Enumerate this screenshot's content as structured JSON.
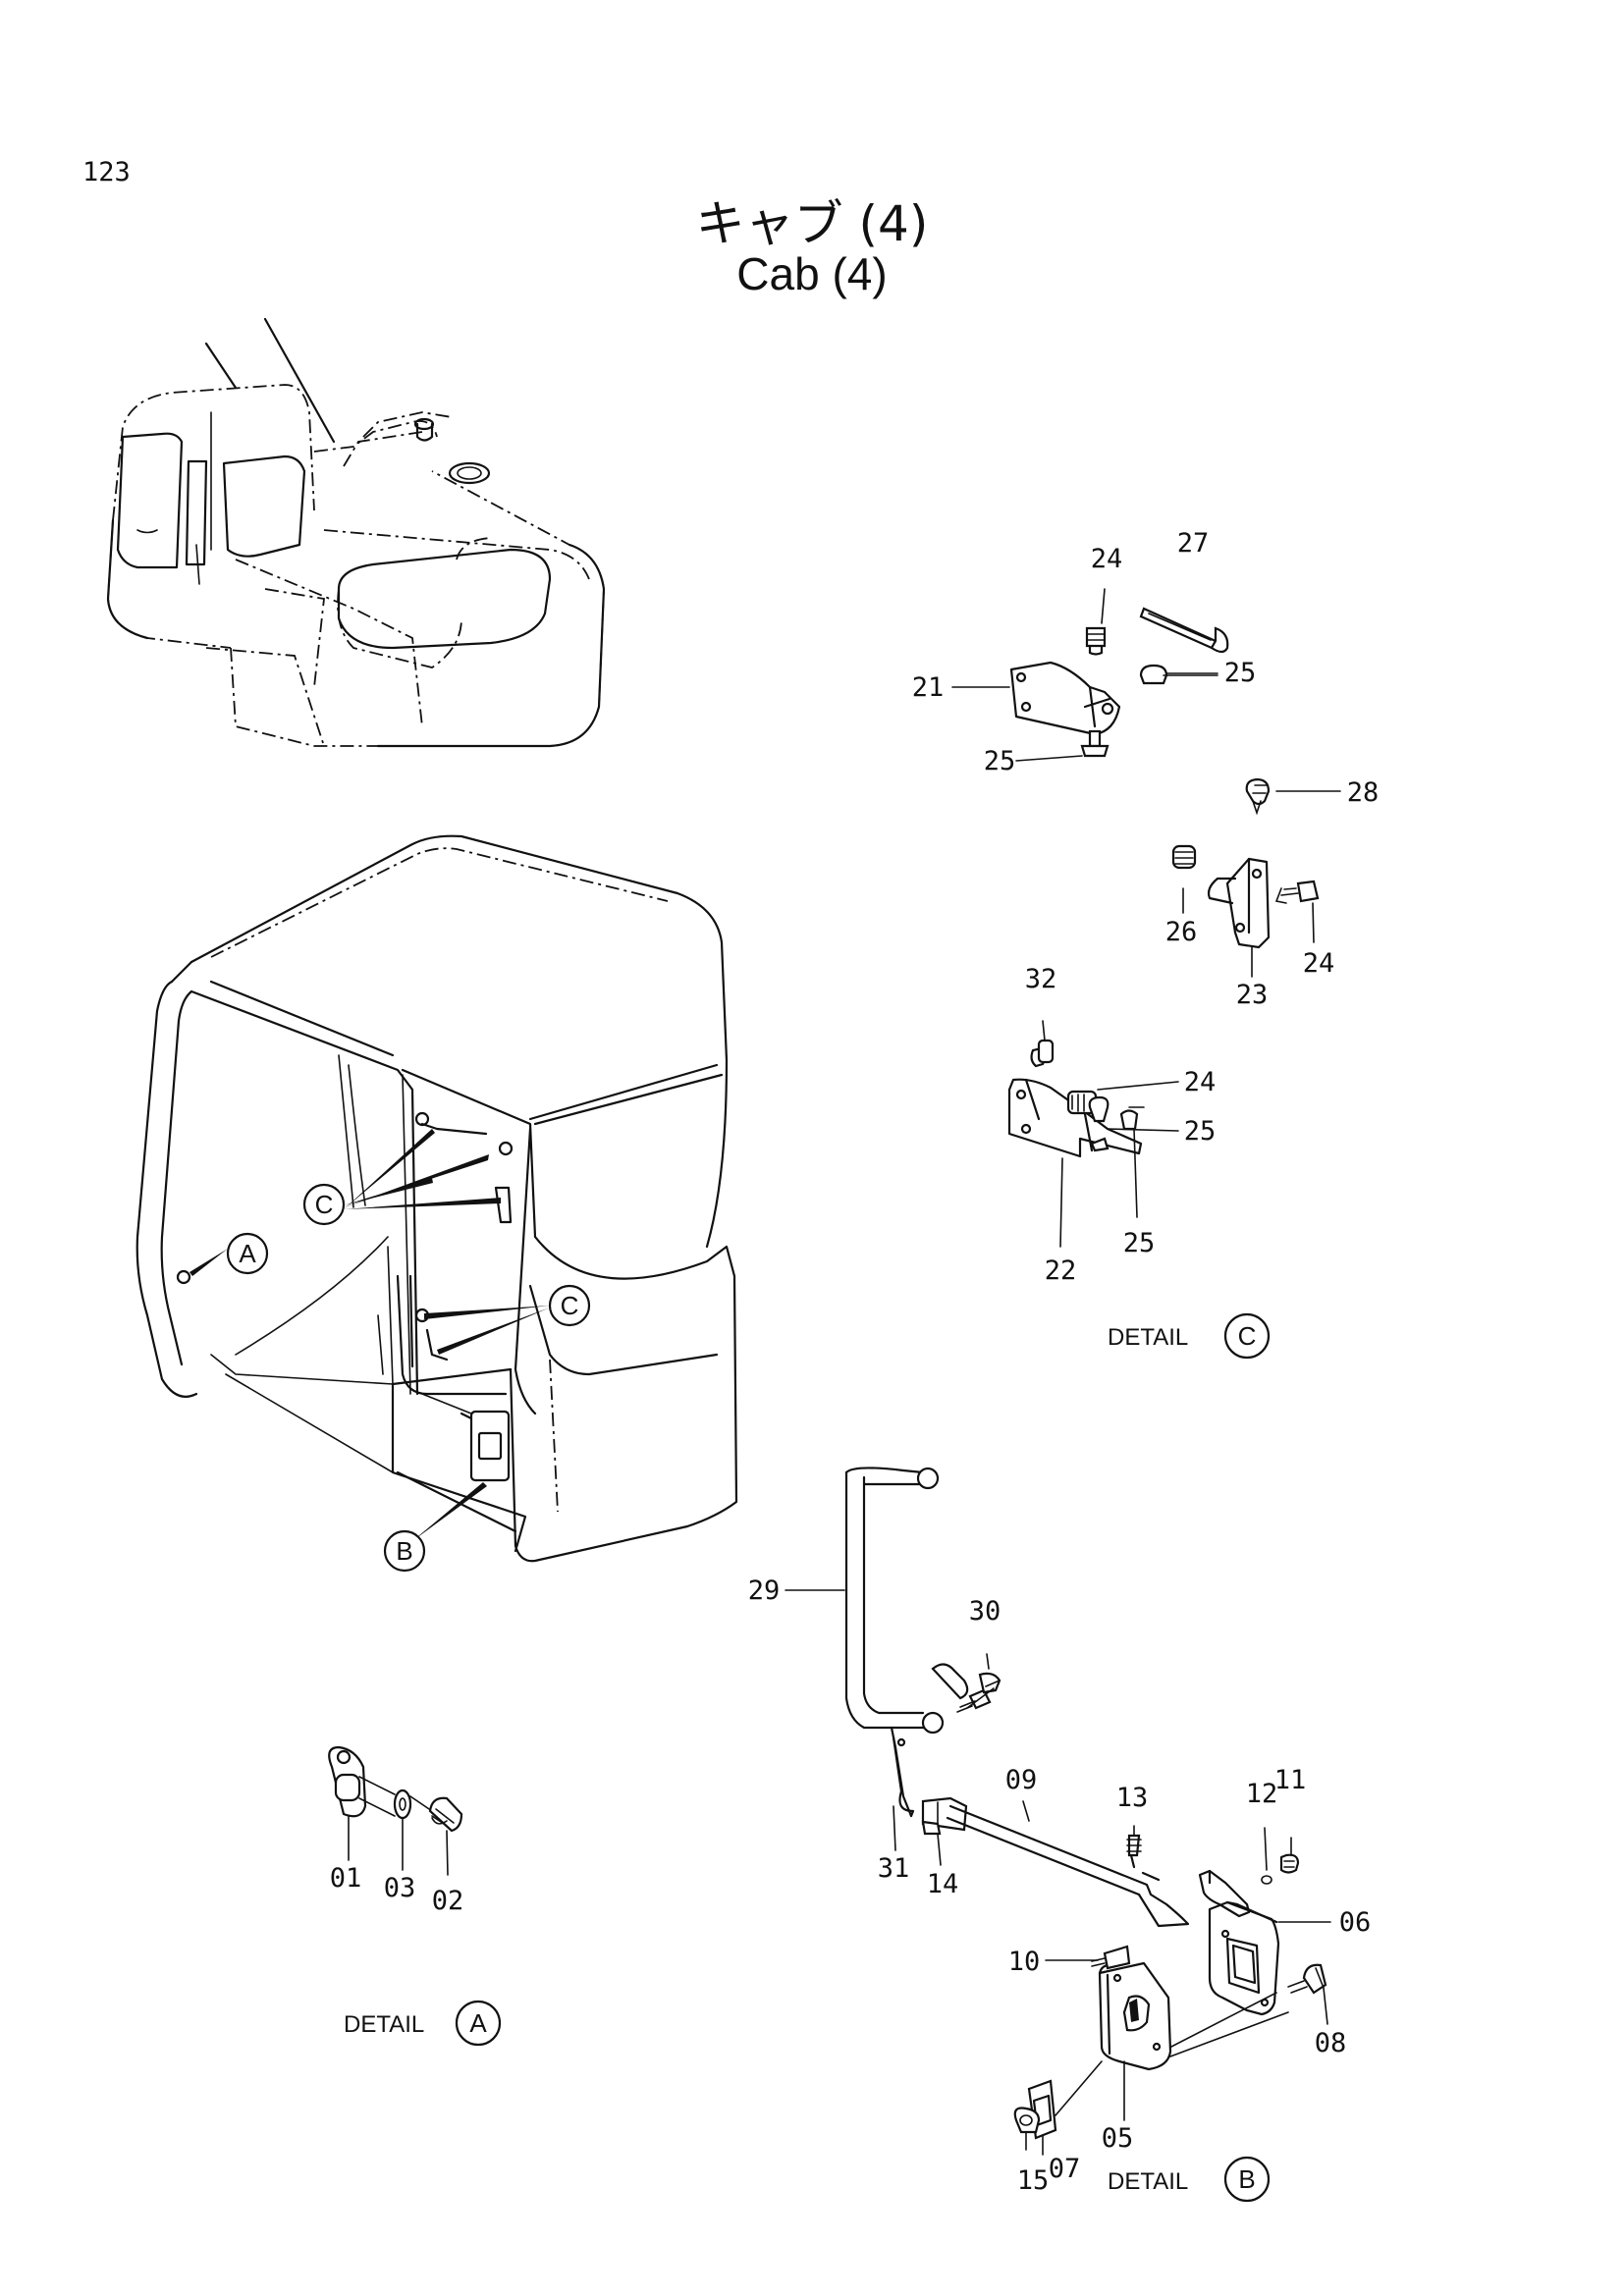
{
  "page": {
    "number": "123"
  },
  "title": {
    "japanese": "キャブ (4)",
    "english": "Cab (4)"
  },
  "details": [
    {
      "label": "DETAIL",
      "ref": "C"
    },
    {
      "label": "DETAIL",
      "ref": "A"
    },
    {
      "label": "DETAIL",
      "ref": "B"
    }
  ],
  "view_markers": {
    "a": "A",
    "b": "B",
    "c": "C"
  },
  "callouts": {
    "p01": "01",
    "p02": "02",
    "p03": "03",
    "p05": "05",
    "p06": "06",
    "p07": "07",
    "p08": "08",
    "p09": "09",
    "p10": "10",
    "p11": "11",
    "p12": "12",
    "p13": "13",
    "p14": "14",
    "p15": "15",
    "p21": "21",
    "p22": "22",
    "p23": "23",
    "p24": "24",
    "p25": "25",
    "p26": "26",
    "p27": "27",
    "p28": "28",
    "p29": "29",
    "p30": "30",
    "p31": "31",
    "p32": "32"
  }
}
